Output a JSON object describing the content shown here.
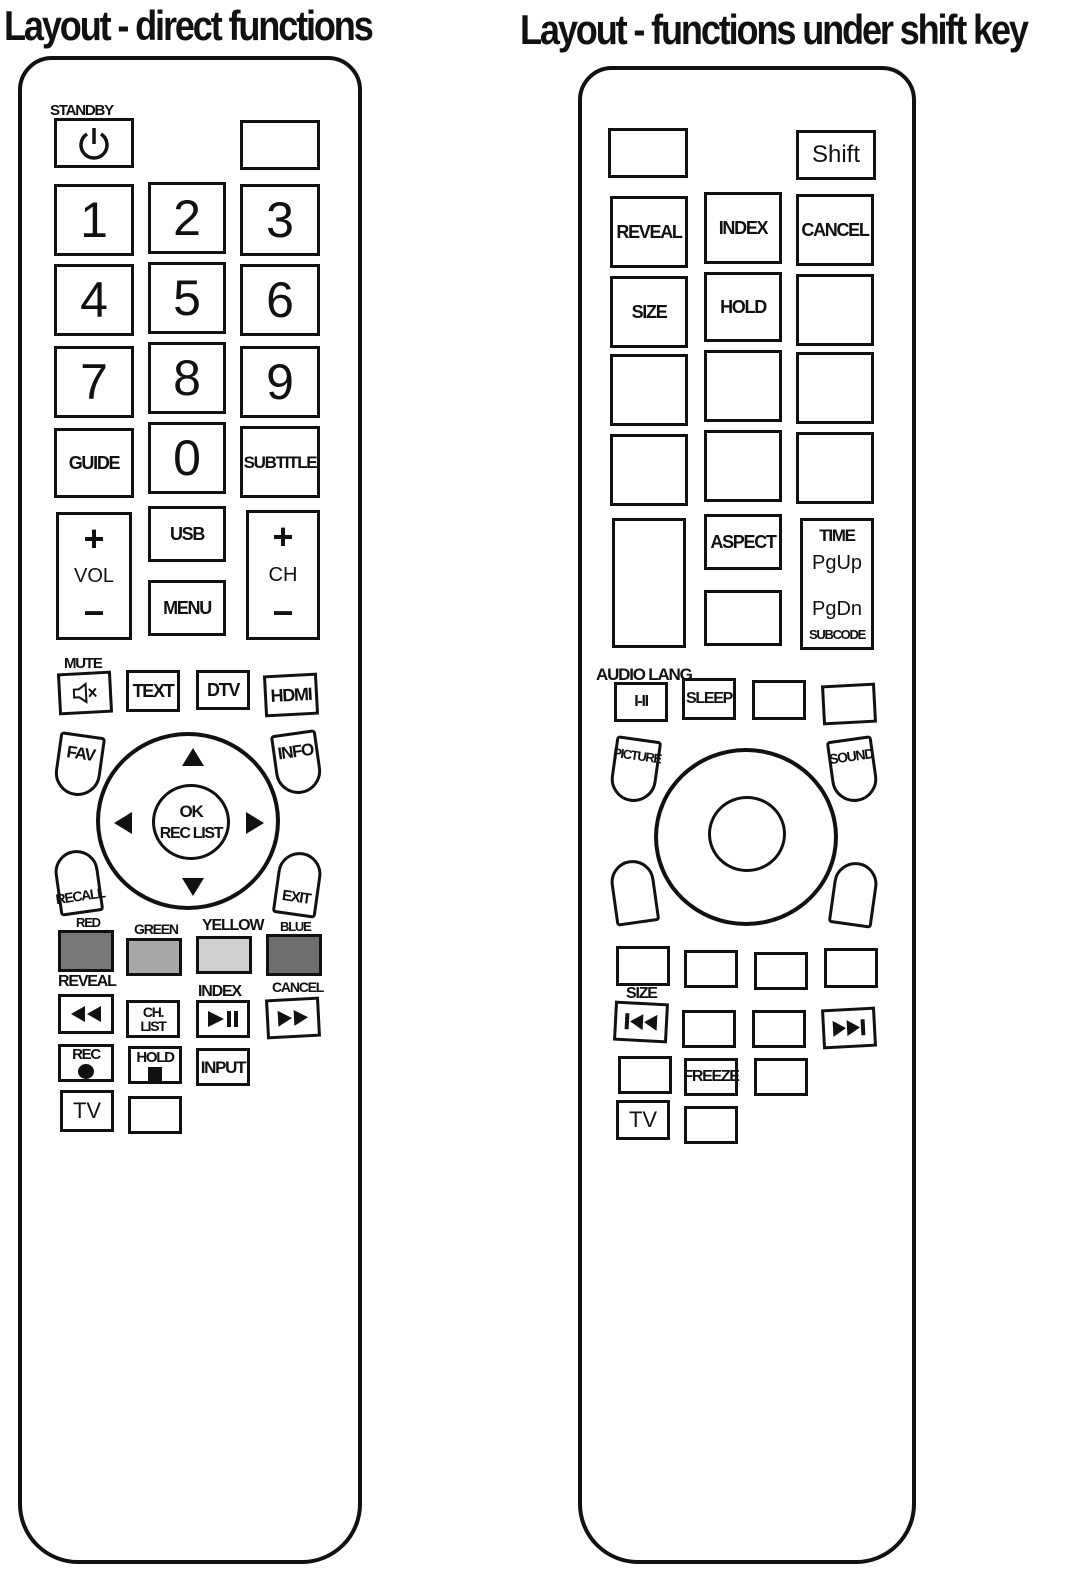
{
  "titles": {
    "direct": "Layout - direct functions",
    "shift": "Layout - functions under shift key"
  },
  "direct": {
    "standby_label": "STANDBY",
    "digits": [
      "1",
      "2",
      "3",
      "4",
      "5",
      "6",
      "7",
      "8",
      "9",
      "0"
    ],
    "guide": "GUIDE",
    "subtitle": "SUBTITLE",
    "usb": "USB",
    "menu": "MENU",
    "vol": {
      "plus": "+",
      "label": "VOL",
      "minus": "−"
    },
    "ch": {
      "plus": "+",
      "label": "CH",
      "minus": "−"
    },
    "mute_label": "MUTE",
    "text": "TEXT",
    "dtv": "DTV",
    "hdmi": "HDMI",
    "fav": "FAV",
    "info": "INFO",
    "ok": "OK",
    "rec_list": "REC LIST",
    "recall": "RECALL",
    "exit": "EXIT",
    "color_labels": [
      "RED",
      "GREEN",
      "YELLOW",
      "BLUE"
    ],
    "reveal": "REVEAL",
    "index": "INDEX",
    "cancel": "CANCEL",
    "ch_list_1": "CH.",
    "ch_list_2": "LIST",
    "rec": "REC",
    "hold": "HOLD",
    "input": "INPUT",
    "tv": "TV",
    "colors": {
      "red": "#777777",
      "green": "#a8a8a8",
      "yellow": "#d0d0d0",
      "blue": "#6e6e6e"
    }
  },
  "shift": {
    "shift": "Shift",
    "reveal": "REVEAL",
    "index": "INDEX",
    "cancel": "CANCEL",
    "size": "SIZE",
    "hold": "HOLD",
    "aspect": "ASPECT",
    "time": "TIME",
    "pgup": "PgUp",
    "pgdn": "PgDn",
    "subcode": "SUBCODE",
    "audio_lang": "AUDIO LANG",
    "i_ii": "I-II",
    "sleep": "SLEEP",
    "picture": "PICTURE",
    "sound": "SOUND",
    "size2": "SIZE",
    "freeze": "FREEZE",
    "tv": "TV"
  }
}
